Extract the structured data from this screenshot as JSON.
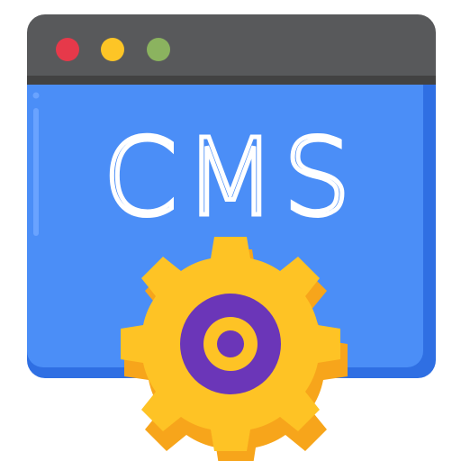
{
  "window": {
    "title_text": "CMS",
    "controls": [
      {
        "name": "close",
        "color": "#e6394a"
      },
      {
        "name": "minimize",
        "color": "#fdc526"
      },
      {
        "name": "maximize",
        "color": "#8bb35f"
      }
    ]
  },
  "icons": {
    "settings": "gear-icon"
  },
  "colors": {
    "titlebar": "#58595b",
    "titlebar_dark": "#424242",
    "window_body": "#4b8ef7",
    "window_body_shade": "#2f6fe3",
    "window_body_highlight": "#6aa3ff",
    "gear": "#fec325",
    "gear_shade": "#f7a51b",
    "gear_ring": "#6b36b8",
    "text": "#ffffff"
  }
}
